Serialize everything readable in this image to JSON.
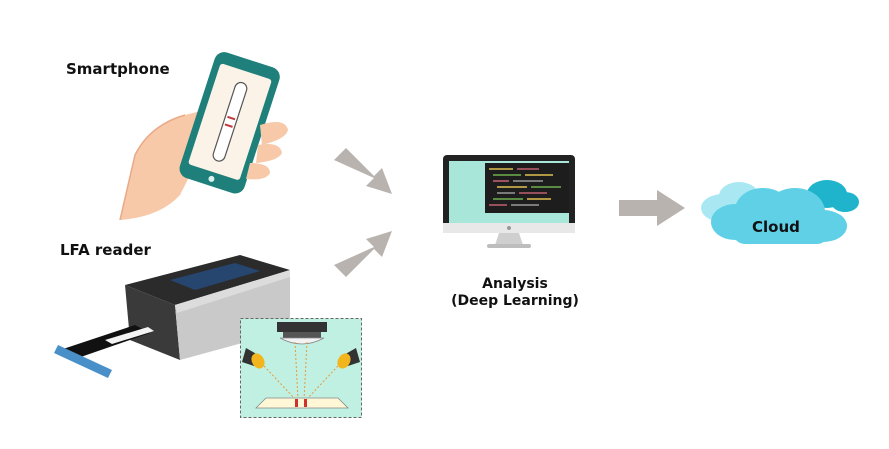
{
  "labels": {
    "smartphone": "Smartphone",
    "lfa_reader": "LFA reader",
    "analysis_line1": "Analysis",
    "analysis_line2": "(Deep Learning)",
    "cloud": "Cloud"
  },
  "colors": {
    "arrow": "#b8b3ae",
    "phone_frame": "#1f7f7a",
    "screen_bg": "#a8e6da",
    "cloud_main": "#5fd0e6",
    "cloud_dark": "#1fb3cc",
    "skin": "#f7c9a8",
    "reader_body": "#2b2b2b",
    "reader_tray": "#4a90c8",
    "optics_bg": "#bff0e2",
    "lamp": "#f2b51d",
    "strip_line": "#d0312d"
  },
  "icons": [
    "smartphone-icon",
    "hand-icon",
    "lfa-reader-icon",
    "optics-inset-icon",
    "monitor-icon",
    "cloud-icon",
    "arrow-icon"
  ]
}
